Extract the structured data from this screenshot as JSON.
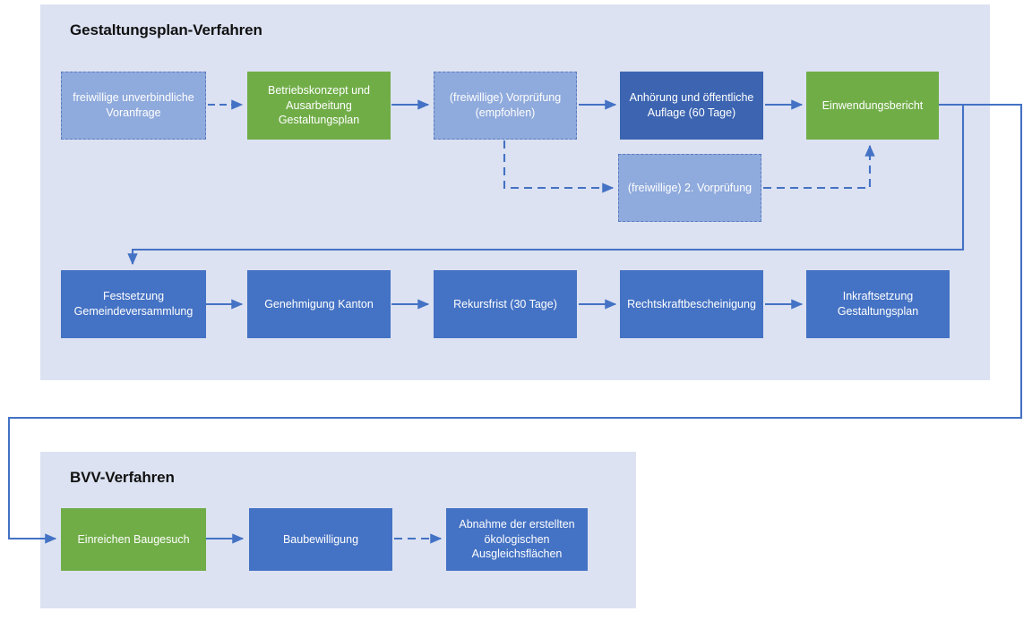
{
  "diagram": {
    "title_gp": "Gestaltungsplan-Verfahren",
    "title_bvv": "BVV-Verfahren",
    "colors": {
      "panel_bg": "#DCE2F2",
      "green": "#70AD47",
      "blue": "#4472C4",
      "dark_blue": "#3C64B1",
      "light_blue": "#8FAADC",
      "arrow": "#4472C4",
      "text": "#FFFFFF",
      "title": "#111111"
    }
  },
  "gestaltungsplan": {
    "row1": [
      {
        "id": "freiwillige-voranfrage",
        "label": "freiwillige unverbindliche Voranfrage",
        "style": "light"
      },
      {
        "id": "betriebskonzept",
        "label": "Betriebskonzept und Ausarbeitung Gestaltungsplan",
        "style": "green"
      },
      {
        "id": "vorpruefung",
        "label": "(freiwillige) Vorprüfung (empfohlen)",
        "style": "light"
      },
      {
        "id": "anhoerung",
        "label": "Anhörung und öffentliche Auflage (60 Tage)",
        "style": "dkblue"
      },
      {
        "id": "einwendungsbericht",
        "label": "Einwendungsbericht",
        "style": "green"
      }
    ],
    "branch": [
      {
        "id": "zweite-vorpruefung",
        "label": "(freiwillige) 2. Vorprüfung",
        "style": "light"
      }
    ],
    "row2": [
      {
        "id": "festsetzung",
        "label": "Festsetzung Gemeindeversammlung",
        "style": "blue"
      },
      {
        "id": "genehmigung-kanton",
        "label": "Genehmigung Kanton",
        "style": "blue"
      },
      {
        "id": "rekursfrist",
        "label": "Rekursfrist (30 Tage)",
        "style": "blue"
      },
      {
        "id": "rechtskraftbescheinigung",
        "label": "Rechtskraftbescheinigung",
        "style": "blue"
      },
      {
        "id": "inkraftsetzung",
        "label": "Inkraftsetzung Gestaltungsplan",
        "style": "blue"
      }
    ]
  },
  "bvv": {
    "row": [
      {
        "id": "einreichen-baugesuch",
        "label": "Einreichen Baugesuch",
        "style": "green"
      },
      {
        "id": "baubewilligung",
        "label": "Baubewilligung",
        "style": "blue"
      },
      {
        "id": "abnahme",
        "label": "Abnahme der erstellten ökologischen Ausgleichsflächen",
        "style": "blue"
      }
    ]
  }
}
